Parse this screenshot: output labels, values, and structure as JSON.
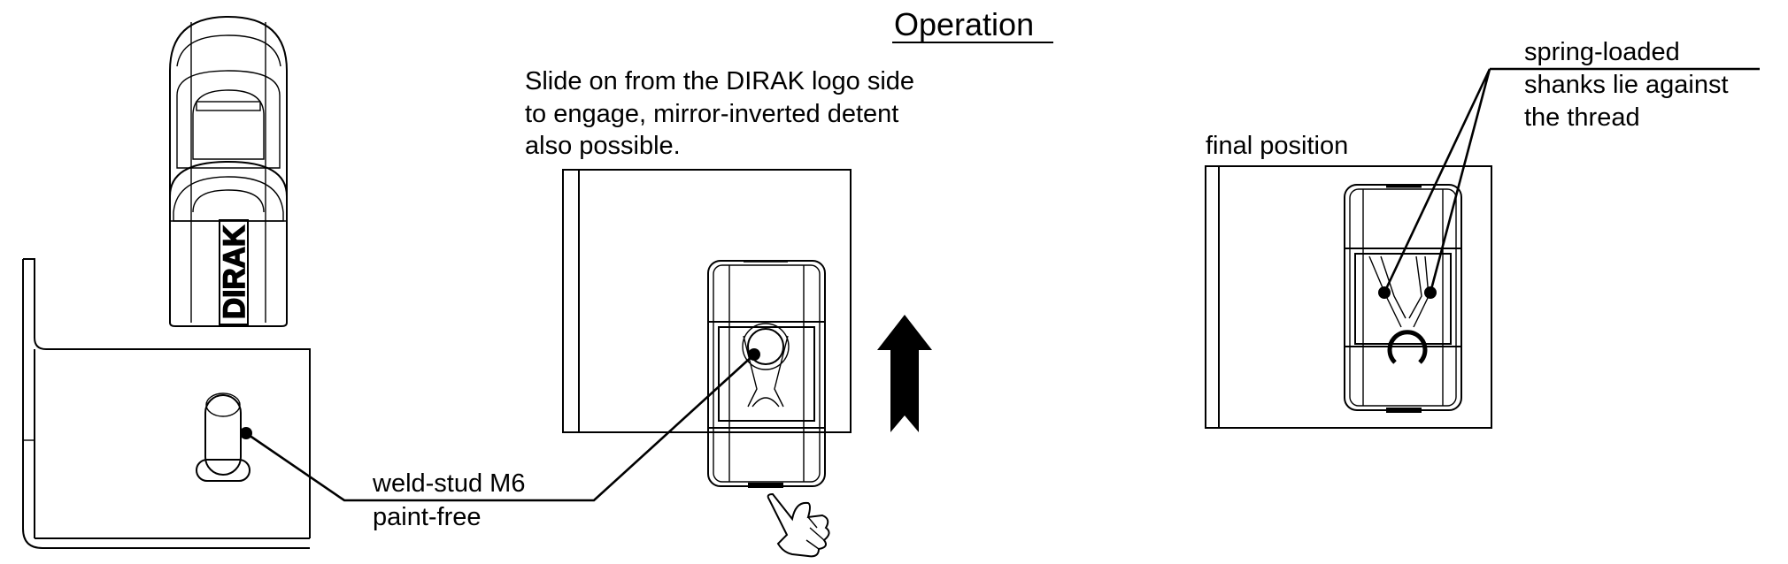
{
  "title": "Operation",
  "description": {
    "lines": [
      "Slide on from the DIRAK logo side",
      "to engage, mirror-inverted detent",
      "also possible."
    ]
  },
  "labels": {
    "weld_stud": [
      "weld-stud M6",
      "paint-free"
    ],
    "final_position": "final position",
    "shanks": [
      "spring-loaded",
      "shanks lie against",
      "the thread"
    ]
  },
  "logo_text": "DIRAK"
}
